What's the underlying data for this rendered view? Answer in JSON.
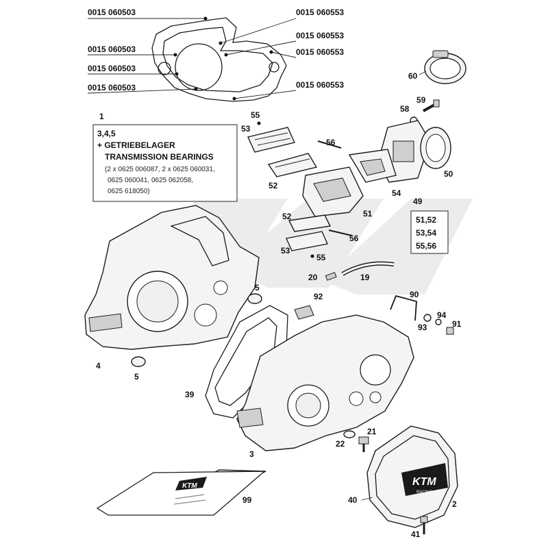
{
  "part_numbers": [
    {
      "id": "pn-1",
      "text": "0015 060503"
    },
    {
      "id": "pn-2",
      "text": "0015 060553"
    },
    {
      "id": "pn-3",
      "text": "0015 060553"
    },
    {
      "id": "pn-4",
      "text": "0015 060503"
    },
    {
      "id": "pn-5",
      "text": "0015 060553"
    },
    {
      "id": "pn-6",
      "text": "0015 060503"
    },
    {
      "id": "pn-7",
      "text": "0015 060503"
    },
    {
      "id": "pn-8",
      "text": "0015 060553"
    }
  ],
  "kit_box": {
    "number": "1",
    "line1": "3,4,5",
    "line2": "+ GETRIEBELAGER",
    "line3": "TRANSMISSION BEARINGS",
    "line4": "(2 x 0625 006087, 2 x 0625 060031,",
    "line5": "0625 060041, 0625 062058,",
    "line6": "0625 618050)"
  },
  "group_box": {
    "number": "49",
    "line1": "51,52",
    "line2": "53,54",
    "line3": "55,56"
  },
  "callouts": {
    "c2": "2",
    "c3": "3",
    "c4": "4",
    "c5a": "5",
    "c5b": "5",
    "c19": "19",
    "c20": "20",
    "c21": "21",
    "c22": "22",
    "c39": "39",
    "c40": "40",
    "c41": "41",
    "c50": "50",
    "c51": "51",
    "c52a": "52",
    "c52b": "52",
    "c53a": "53",
    "c53b": "53",
    "c54": "54",
    "c55a": "55",
    "c55b": "55",
    "c56a": "56",
    "c56b": "56",
    "c58": "58",
    "c59": "59",
    "c60": "60",
    "c90": "90",
    "c91": "91",
    "c92": "92",
    "c93": "93",
    "c94": "94",
    "c99": "99"
  },
  "logos": {
    "cover": "KTM",
    "cover_sub": "RACING",
    "manual": "KTM"
  },
  "colors": {
    "ink": "#1a1a1a",
    "paper": "#ffffff",
    "fill": "#f4f4f4",
    "shade": "#cfcfcf",
    "watermark": "#ececec"
  }
}
